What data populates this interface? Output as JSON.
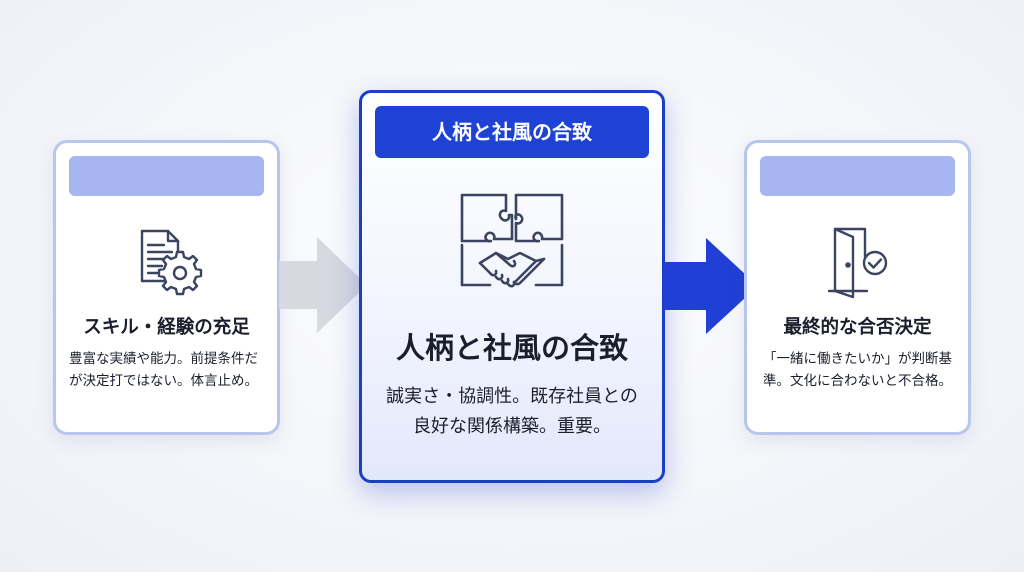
{
  "steps": [
    {
      "id": "left",
      "title": "スキル・経験の充足",
      "description": "豊富な実績や能力。前提条件だが決定打ではない。体言止め。",
      "icon": "document-gear-icon"
    },
    {
      "id": "center",
      "header": "人柄と社風の合致",
      "title": "人柄と社風の合致",
      "description": "誠実さ・協調性。既存社員との良好な関係構築。重要。",
      "icon": "puzzle-handshake-icon"
    },
    {
      "id": "right",
      "title": "最終的な合否決定",
      "description": "「一緒に働きたいか」が判断基準。文化に合わないと不合格。",
      "icon": "door-check-icon"
    }
  ],
  "colors": {
    "accent": "#1e43d4",
    "accent_border": "#1a3fc4",
    "side_border": "#b9c6ec",
    "side_bar": "#a7b6f1",
    "arrow_gray": "#d6d9e0",
    "arrow_blue": "#1f3fd6",
    "icon_stroke": "#3b4460"
  }
}
